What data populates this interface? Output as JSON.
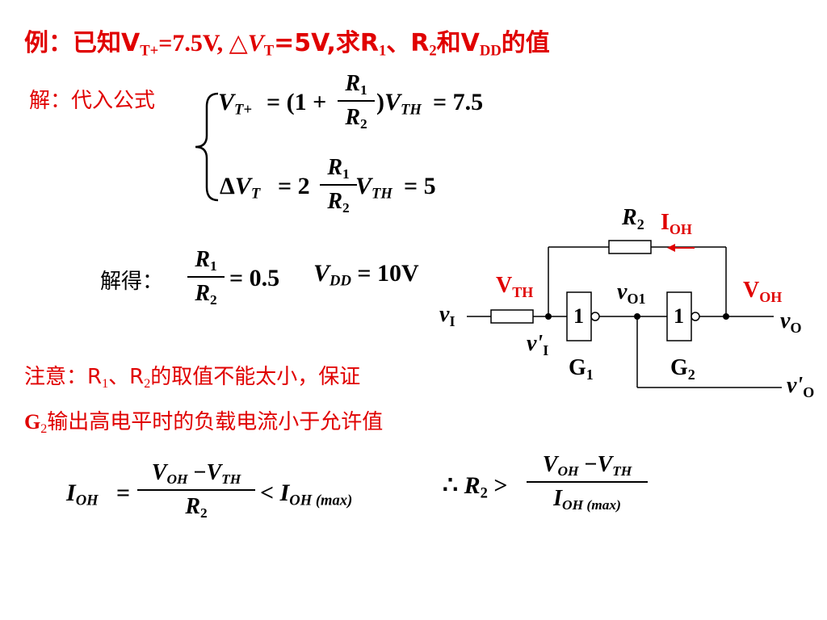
{
  "heading": {
    "t1": "例：已知V",
    "t1_sub": "T+",
    "t2": "=7.5V, △",
    "t2_v": "V",
    "t2_sub": "T",
    "t3": "=5V,求R",
    "t3_sub": "1",
    "t4": "、R",
    "t4_sub": "2",
    "t5": "和V",
    "t5_sub": "DD",
    "t6": "的值"
  },
  "solve_label": "解：代入公式",
  "eq1": {
    "lhs": "V",
    "lhs_sub": "T+",
    "op": "= (1 +",
    "num": "R",
    "num_sub": "1",
    "den": "R",
    "den_sub": "2",
    "close": ")",
    "v": "V",
    "v_sub": "TH",
    "rhs": "= 7.5"
  },
  "eq2": {
    "delta": "Δ",
    "lhs": "V",
    "lhs_sub": "T",
    "op": "= 2",
    "num": "R",
    "num_sub": "1",
    "den": "R",
    "den_sub": "2",
    "v": "V",
    "v_sub": "TH",
    "rhs": "= 5"
  },
  "result_label": "解得：",
  "result": {
    "num": "R",
    "num_sub": "1",
    "den": "R",
    "den_sub": "2",
    "rhs": "= 0.5",
    "vdd": "V",
    "vdd_sub": "DD",
    "vdd_rhs": "= 10V"
  },
  "note": {
    "l1a": "注意：R",
    "l1a_sub": "1",
    "l1b": "、R",
    "l1b_sub": "2",
    "l1c": "的取值不能太小，保证",
    "l2a": "G",
    "l2a_sub": "2",
    "l2b": "输出高电平时的负载电流小于允许值"
  },
  "formula_ioh": {
    "lhs": "I",
    "lhs_sub": "OH",
    "eq": "=",
    "num_a": "V",
    "num_a_sub": "OH",
    "minus": "−",
    "num_b": "V",
    "num_b_sub": "TH",
    "den": "R",
    "den_sub": "2",
    "lt": "<",
    "rhs": "I",
    "rhs_sub": "OH (max)"
  },
  "formula_r2": {
    "therefore": "∴",
    "lhs": "R",
    "lhs_sub": "2",
    "gt": ">",
    "num_a": "V",
    "num_a_sub": "OH",
    "minus": "−",
    "num_b": "V",
    "num_b_sub": "TH",
    "den": "I",
    "den_sub": "OH (max)"
  },
  "circuit": {
    "r2_label": "R",
    "r2_sub": "2",
    "ioh_label": "I",
    "ioh_sub": "OH",
    "vth_label": "V",
    "vth_sub": "TH",
    "voh_label": "V",
    "voh_sub": "OH",
    "vi_label": "v",
    "vi_sub": "I",
    "vi_prime_label": "v'",
    "vi_prime_sub": "I",
    "vo1_label": "v",
    "vo1_sub": "O1",
    "vo_label": "v",
    "vo_sub": "O",
    "vo_prime_label": "v'",
    "vo_prime_sub": "O",
    "g1_gate": "1",
    "g2_gate": "1",
    "g1_label": "G",
    "g1_sub": "1",
    "g2_label": "G",
    "g2_sub": "2"
  },
  "colors": {
    "highlight": "#e00000",
    "text": "#000000"
  }
}
